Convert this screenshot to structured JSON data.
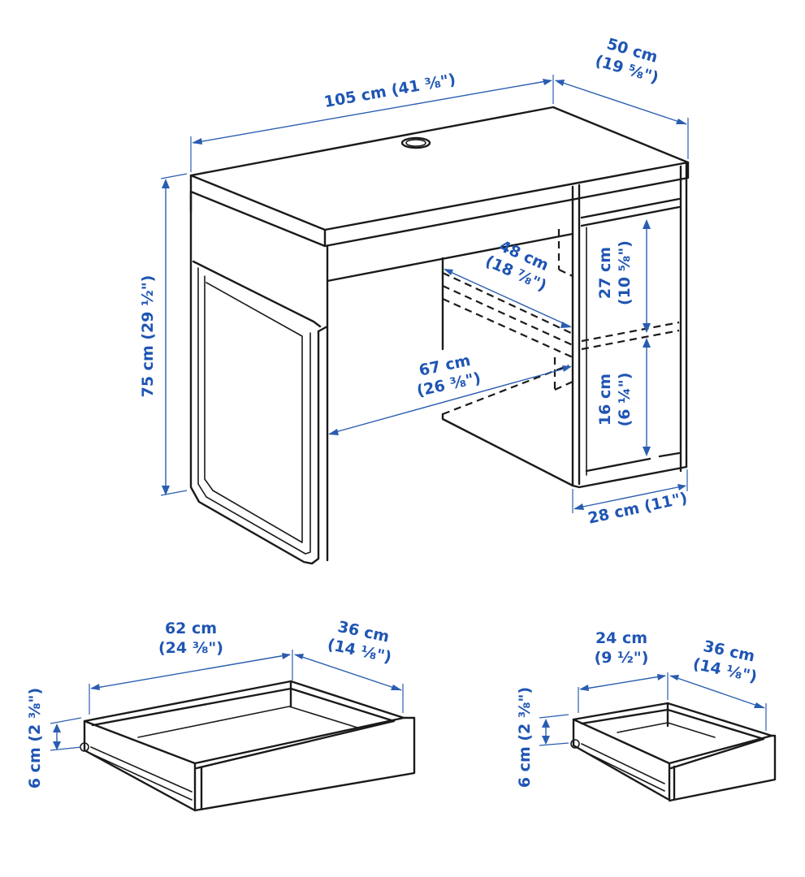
{
  "colors": {
    "dimension_blue": "#2a5db0",
    "label_blue": "#1f55b4",
    "line_black": "#1a1a1a",
    "background": "#ffffff"
  },
  "desk": {
    "width": {
      "cm": "105 cm",
      "in": "(41 ⅜\")"
    },
    "depth": {
      "cm": "50 cm",
      "in": "(19 ⅝\")"
    },
    "height": {
      "cm": "75 cm",
      "in": "(29 ½\")"
    },
    "inner_depth": {
      "cm": "48 cm",
      "in": "(18 ⅞\")"
    },
    "knee_width": {
      "cm": "67 cm",
      "in": "(26 ⅜\")"
    },
    "upper_compartment_height": {
      "cm": "27 cm",
      "in": "(10 ⅝\")"
    },
    "lower_compartment_height": {
      "cm": "16 cm",
      "in": "(6 ¼\")"
    },
    "side_unit_width": {
      "cm": "28 cm",
      "in": "(11\")"
    }
  },
  "large_drawer": {
    "width": {
      "cm": "62 cm",
      "in": "(24 ⅜\")"
    },
    "depth": {
      "cm": "36 cm",
      "in": "(14 ⅛\")"
    },
    "height": {
      "cm": "6 cm",
      "in": "(2 ⅜\")"
    }
  },
  "small_drawer": {
    "width": {
      "cm": "24 cm",
      "in": "(9 ½\")"
    },
    "depth": {
      "cm": "36 cm",
      "in": "(14 ⅛\")"
    },
    "height": {
      "cm": "6 cm",
      "in": "(2 ⅜\")"
    }
  }
}
